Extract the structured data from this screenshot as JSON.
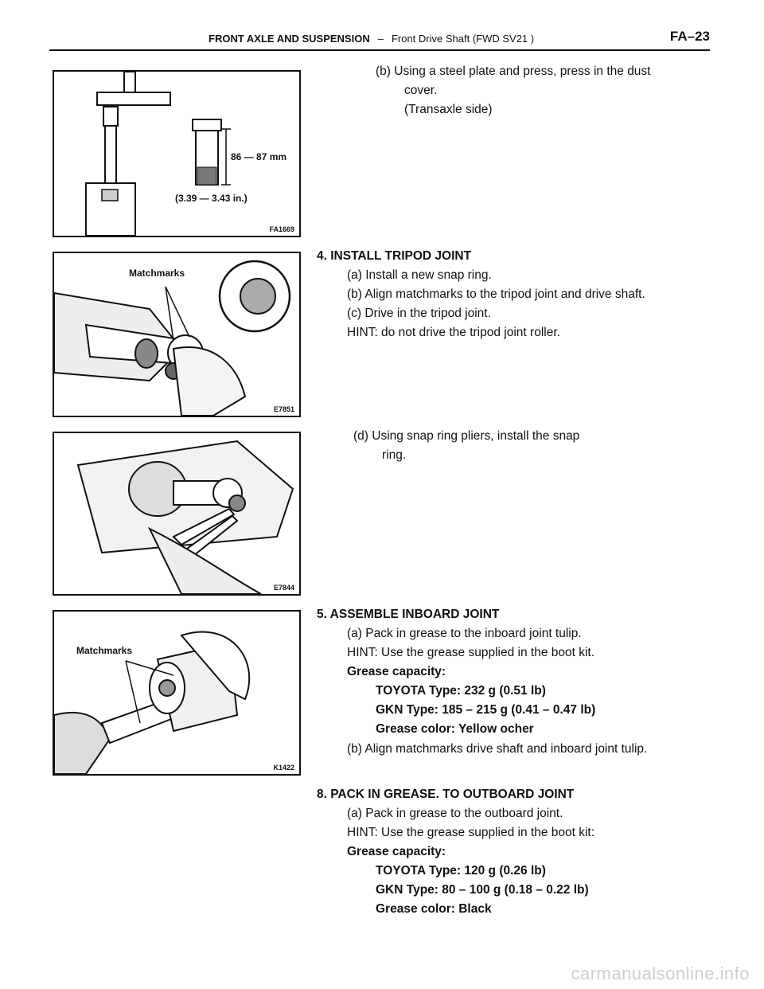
{
  "header": {
    "section": "FRONT AXLE AND SUSPENSION",
    "separator": "–",
    "subsection": "Front Drive Shaft (FWD SV21 )",
    "page": "FA–23"
  },
  "figures": {
    "fig1": {
      "code": "FA1669",
      "label_dim": "86 — 87 mm",
      "label_in": "(3.39 — 3.43 in.)"
    },
    "fig2": {
      "code": "E7851",
      "label": "Matchmarks"
    },
    "fig3": {
      "code": "E7844"
    },
    "fig4": {
      "code": "K1422",
      "label": "Matchmarks"
    }
  },
  "steps": {
    "dust_cover": {
      "line1": "(b) Using a steel plate and press, press in the dust",
      "line2": "cover.",
      "line3": "(Transaxle side)"
    },
    "tripod": {
      "title": "4. INSTALL TRIPOD JOINT",
      "a": "(a) Install a new snap ring.",
      "b": "(b) Align matchmarks to the tripod joint and drive shaft.",
      "c": "(c) Drive in the tripod joint.",
      "hint": "HINT: do not drive the tripod joint roller."
    },
    "snap_ring": {
      "line1": "(d) Using snap ring pliers, install the snap",
      "line2": "ring."
    },
    "inboard": {
      "title": "5. ASSEMBLE INBOARD JOINT",
      "a": "(a) Pack in grease to the inboard joint tulip.",
      "hint": "HINT: Use the grease supplied in the boot kit.",
      "capacity": "Grease capacity:",
      "toyota": "TOYOTA Type: 232 g (0.51 lb)",
      "gkn": "GKN Type: 185 – 215 g (0.41 – 0.47 lb)",
      "color": "Grease color: Yellow ocher",
      "b": "(b) Align matchmarks drive shaft and inboard joint tulip."
    },
    "outboard": {
      "title": "8. PACK IN GREASE. TO OUTBOARD JOINT",
      "a": "(a) Pack in grease to the outboard joint.",
      "hint": "HINT: Use the grease supplied in the boot kit:",
      "capacity": "Grease capacity:",
      "toyota": "TOYOTA Type: 120 g (0.26 lb)",
      "gkn": "GKN Type: 80 – 100 g (0.18 – 0.22 lb)",
      "color": "Grease color: Black"
    }
  },
  "watermark": "carmanualsonline.info"
}
